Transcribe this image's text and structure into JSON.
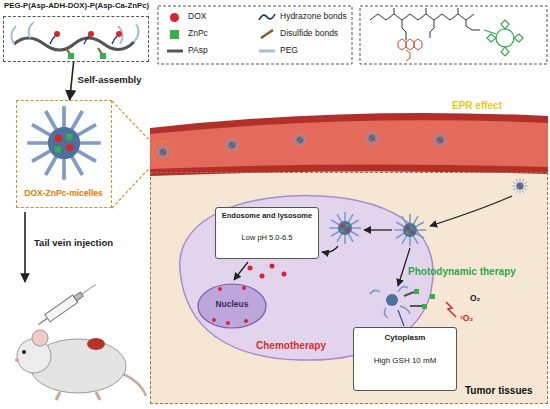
{
  "diagram": {
    "nodes": [
      {
        "text": [
          "PEG-P(Asp-ADH-DOX)-P(Asp-Ca-ZnPc)"
        ]
      },
      {
        "text": [
          "DOX-ZnPc-micelles"
        ]
      },
      {
        "text": [
          "Tumor tissues"
        ]
      },
      {
        "text": [
          "Endosome and lysosome",
          "Low pH 5.0-6.5"
        ],
        "in": 2
      },
      {
        "text": [
          "Nucleus"
        ],
        "in": 2
      },
      {
        "text": [
          "Cytoplasm",
          "High GSH 10 mM"
        ],
        "in": 2
      }
    ],
    "edges": [
      {
        "from": 0,
        "to": 1,
        "label": "Self-assembly",
        "arrow": "to"
      }
    ],
    "labels": [
      "Tail vein injection",
      "EPR effect",
      "Chemotherapy",
      "Photodynamic therapy",
      "O₂",
      "¹O₂"
    ],
    "legend": [
      {
        "text": "DOX",
        "color": "#d7262b"
      },
      {
        "text": "Hydrazone bonds"
      },
      {
        "text": "ZnPc",
        "color": "#2fb34a"
      },
      {
        "text": "Disulfide bonds"
      },
      {
        "text": "PAsp"
      },
      {
        "text": "PEG"
      }
    ]
  }
}
